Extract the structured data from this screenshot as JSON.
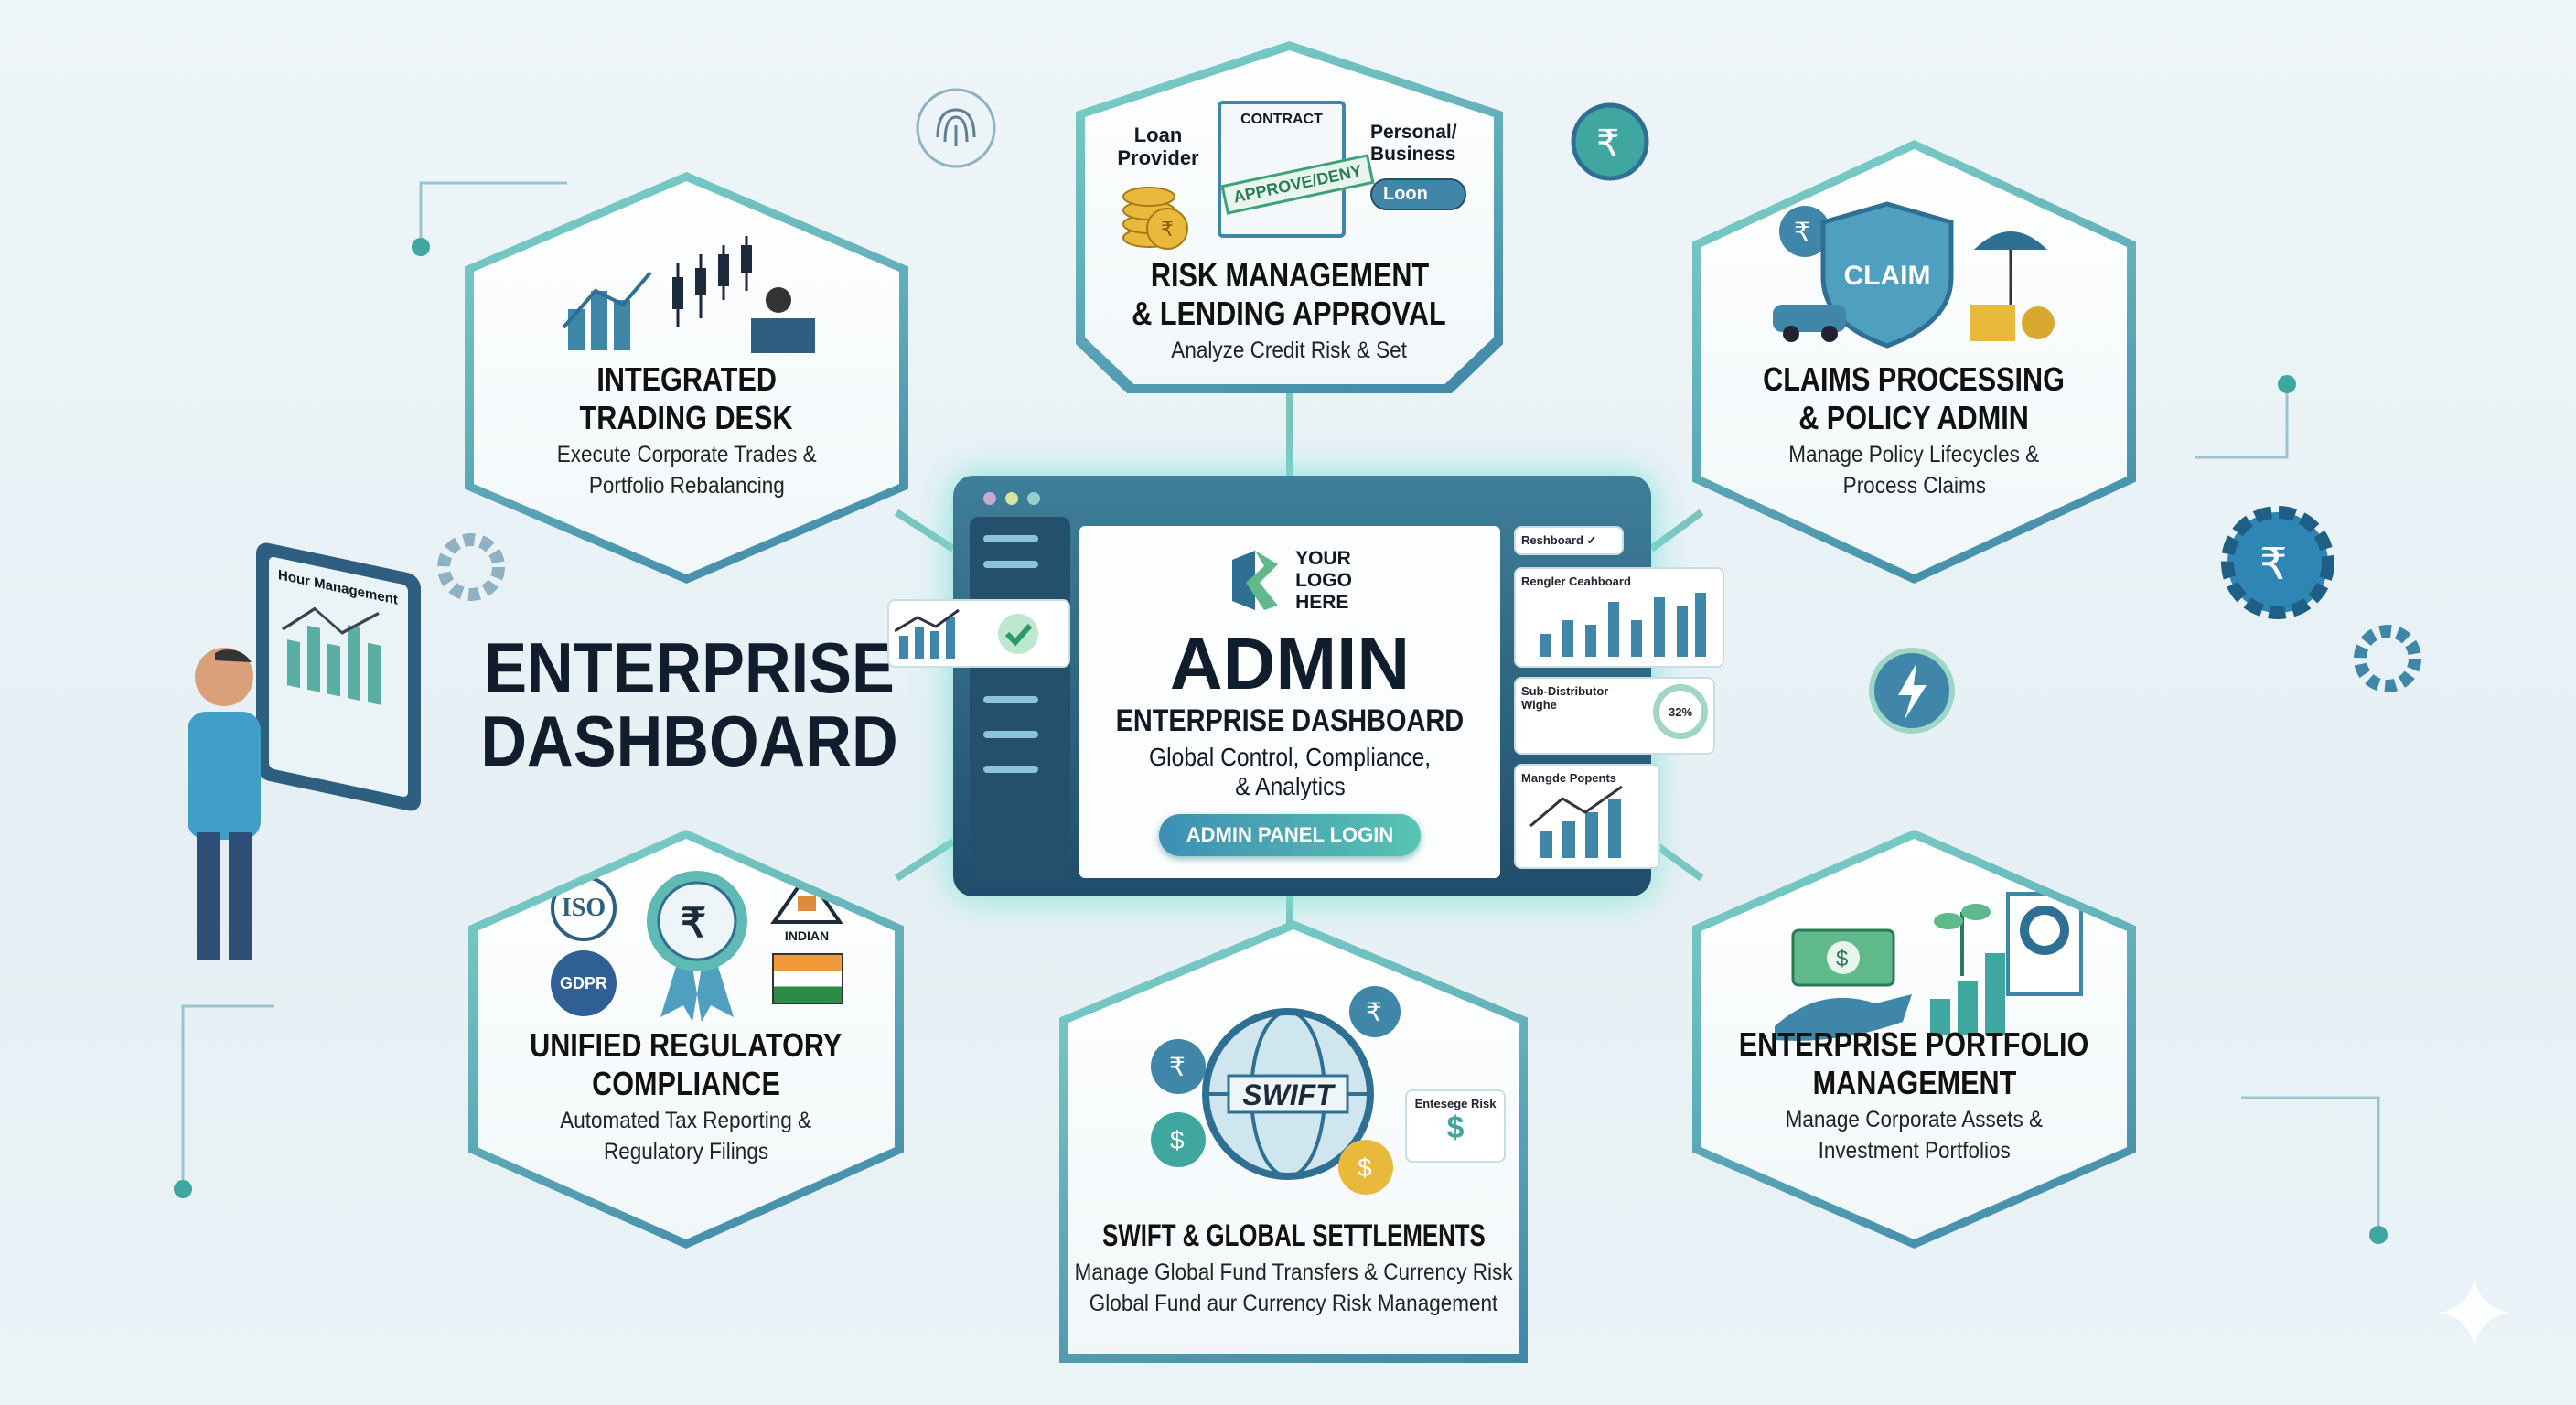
{
  "left_title": {
    "line1": "ENTERPRISE",
    "line2": "DASHBOARD"
  },
  "tablet": {
    "label": "Hour Management"
  },
  "center": {
    "logo": {
      "line1": "YOUR",
      "line2": "LOGO",
      "line3": "HERE"
    },
    "title": "ADMIN",
    "subtitle": "ENTERPRISE DASHBOARD",
    "tagline1": "Global Control, Compliance,",
    "tagline2": "& Analytics",
    "login_button": "ADMIN PANEL LOGIN",
    "widgets": {
      "dropdown": "Reshboard",
      "chart1": "Rengler Ceahboard",
      "gauge_label": "Sub-Distributor Wighe",
      "gauge_value": "32%",
      "chart2": "Mangde Popents"
    }
  },
  "modules": {
    "trading": {
      "title1": "INTEGRATED",
      "title2": "TRADING DESK",
      "desc1": "Execute Corporate Trades &",
      "desc2": "Portfolio Rebalancing"
    },
    "risk": {
      "title1": "RISK MANAGEMENT",
      "title2": "& LENDING APPROVAL",
      "desc1": "Analyze Credit Risk & Set",
      "loan_provider": "Loan Provider",
      "contract": "CONTRACT",
      "stamp": "APPROVE/DENY",
      "type1": "Personal/",
      "type2": "Business",
      "toggle": "Loon"
    },
    "claims": {
      "title1": "CLAIMS PROCESSING",
      "title2": "& POLICY ADMIN",
      "desc1": "Manage Policy Lifecycles &",
      "desc2": "Process Claims",
      "shield": "CLAIM"
    },
    "compliance": {
      "title1": "UNIFIED REGULATORY",
      "title2": "COMPLIANCE",
      "desc1": "Automated Tax Reporting &",
      "desc2": "Regulatory Filings",
      "badge1": "ISO",
      "badge2": "GDPR",
      "badge3": "INDIAN"
    },
    "swift": {
      "title1": "SWIFT & GLOBAL SETTLEMENTS",
      "desc1": "Manage Global Fund Transfers & Currency Risk",
      "desc2": "Global Fund aur Currency Risk Management",
      "globe": "SWIFT",
      "card": "Entesege Risk"
    },
    "portfolio": {
      "title1": "ENTERPRISE PORTFOLIO",
      "title2": "MANAGEMENT",
      "desc1": "Manage Corporate Assets &",
      "desc2": "Investment Portfolios"
    }
  },
  "colors": {
    "accent": "#3fa7a0",
    "primary": "#2f6f94",
    "gold": "#e9b93c"
  }
}
